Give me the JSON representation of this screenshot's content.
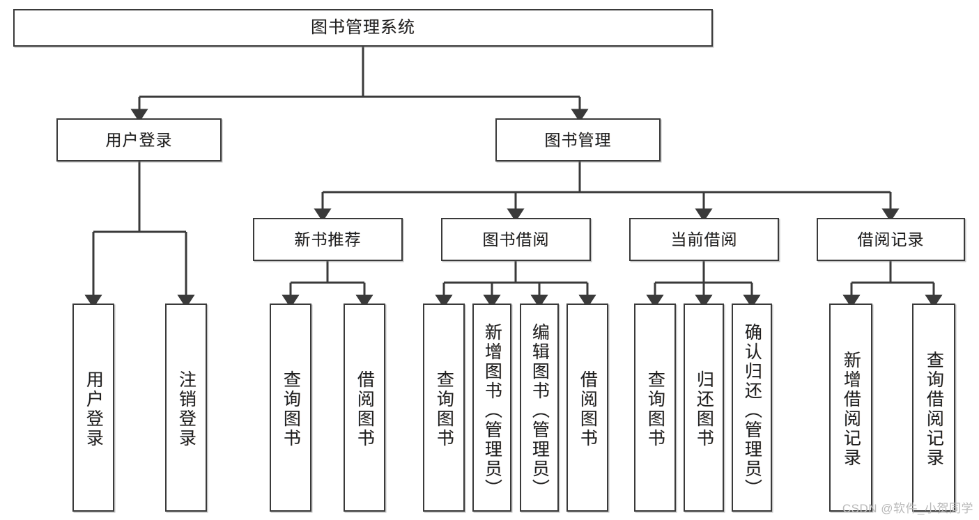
{
  "diagram": {
    "title": "图书管理系统",
    "type": "hierarchy-tree",
    "watermark": "CSDN @软件_小贺同学",
    "colors": {
      "stroke": "#3a3a3a",
      "box_fill": "#ffffff",
      "text": "#1f1f1f",
      "watermark": "#b9b9b9",
      "background": "#ffffff"
    },
    "nodes": {
      "root": {
        "label": "图书管理系统"
      },
      "level2": [
        {
          "label": "用户登录"
        },
        {
          "label": "图书管理"
        }
      ],
      "level3": [
        {
          "label": "新书推荐"
        },
        {
          "label": "图书借阅"
        },
        {
          "label": "当前借阅"
        },
        {
          "label": "借阅记录"
        }
      ],
      "leaves": {
        "user_login": [
          {
            "label": "用户登录"
          },
          {
            "label": "注销登录"
          }
        ],
        "new_book_recommend": [
          {
            "label": "查询图书"
          },
          {
            "label": "借阅图书"
          }
        ],
        "book_borrow": [
          {
            "label": "查询图书"
          },
          {
            "label": "新增图书（管理员）"
          },
          {
            "label": "编辑图书（管理员）"
          },
          {
            "label": "借阅图书"
          }
        ],
        "current_borrow": [
          {
            "label": "查询图书"
          },
          {
            "label": "归还图书"
          },
          {
            "label": "确认归还（管理员）"
          }
        ],
        "borrow_record": [
          {
            "label": "新增借阅记录"
          },
          {
            "label": "查询借阅记录"
          }
        ]
      }
    }
  }
}
